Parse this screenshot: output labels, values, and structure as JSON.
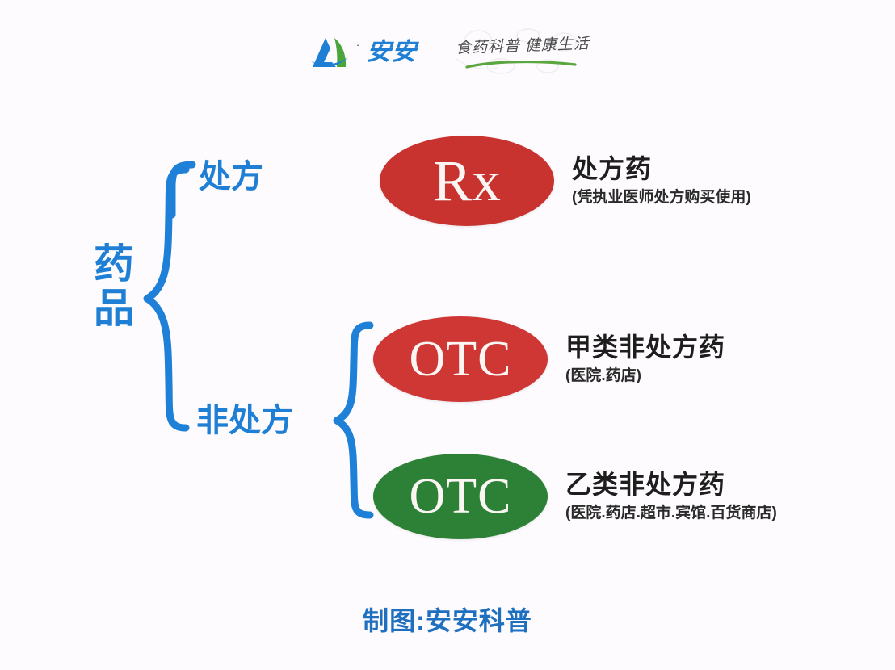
{
  "header": {
    "logo_icon": "anan-a-logo-icon",
    "brand_name": "安安",
    "brand_dot": "·",
    "slogan": "食药科普 健康生活"
  },
  "diagram": {
    "root_label": "药品",
    "root_label_chars": [
      "药",
      "品"
    ],
    "branches": [
      {
        "label": "处方"
      },
      {
        "label": "非处方"
      }
    ],
    "items": [
      {
        "symbol": "Rx",
        "symbol_color": "#c9332f",
        "title": "处方药",
        "subtitle": "(凭执业医师处方购买使用)"
      },
      {
        "symbol": "OTC",
        "symbol_color": "#ce3734",
        "title": "甲类非处方药",
        "subtitle": "(医院.药店)"
      },
      {
        "symbol": "OTC",
        "symbol_color": "#2c8137",
        "title": "乙类非处方药",
        "subtitle": "(医院.药店.超市.宾馆.百货商店)"
      }
    ]
  },
  "footer": {
    "credit": "制图:安安科普"
  },
  "colors": {
    "background": "#fdfbfe",
    "brace_blue": "#1f80d8",
    "label_blue": "#1f7fd4",
    "credit_blue": "#1f6fc0",
    "rx_red": "#c9332f",
    "otc_red": "#ce3734",
    "otc_green": "#2c8137",
    "text_dark": "#1e1e1e"
  }
}
